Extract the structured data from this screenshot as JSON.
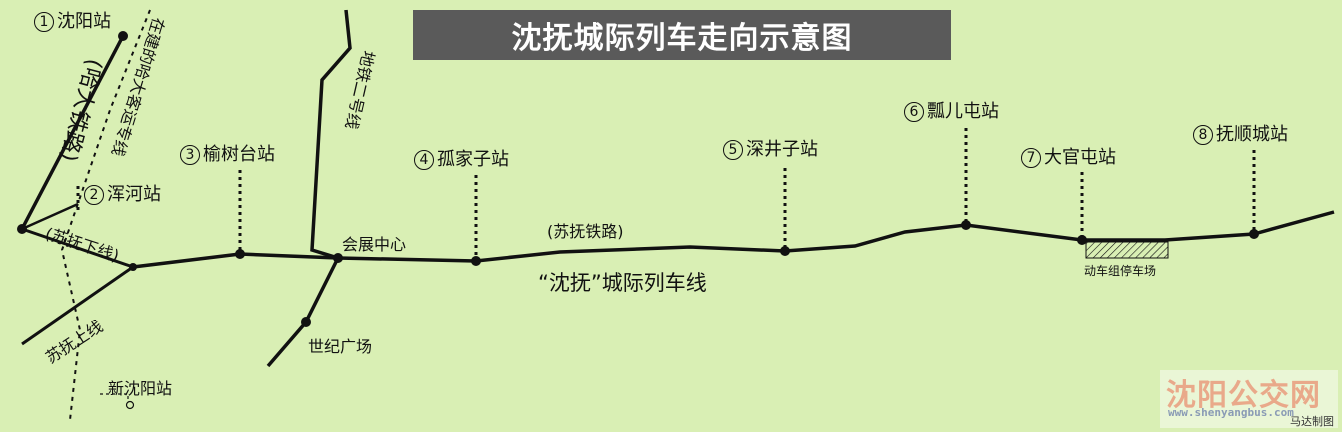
{
  "title": "沈抚城际列车走向示意图",
  "stations": {
    "s1": {
      "num": "1",
      "name": "沈阳站"
    },
    "s2": {
      "num": "2",
      "name": "浑河站"
    },
    "s3": {
      "num": "3",
      "name": "榆树台站"
    },
    "s4": {
      "num": "4",
      "name": "孤家子站"
    },
    "s5": {
      "num": "5",
      "name": "深井子站"
    },
    "s6": {
      "num": "6",
      "name": "瓢儿屯站"
    },
    "s7": {
      "num": "7",
      "name": "大官屯站"
    },
    "s8": {
      "num": "8",
      "name": "抚顺城站"
    }
  },
  "labels": {
    "hada_railway": "(哈大铁路)",
    "hada_passenger": "在建的哈大客运专线",
    "subway_line1": "地铁二号线",
    "su_fu_down": "(苏抚下线)",
    "su_fu_up": "苏抚上线",
    "su_fu_railway": "(苏抚铁路)",
    "convention_center": "会展中心",
    "century_square": "世纪广场",
    "new_shenyang": "新沈阳站",
    "intercity_line": "“沈抚”城际列车线",
    "depot": "动车组停车场"
  },
  "watermark": {
    "title": "沈阳公交网",
    "url": "www.shenyangbus.com",
    "author": "马达制图"
  }
}
